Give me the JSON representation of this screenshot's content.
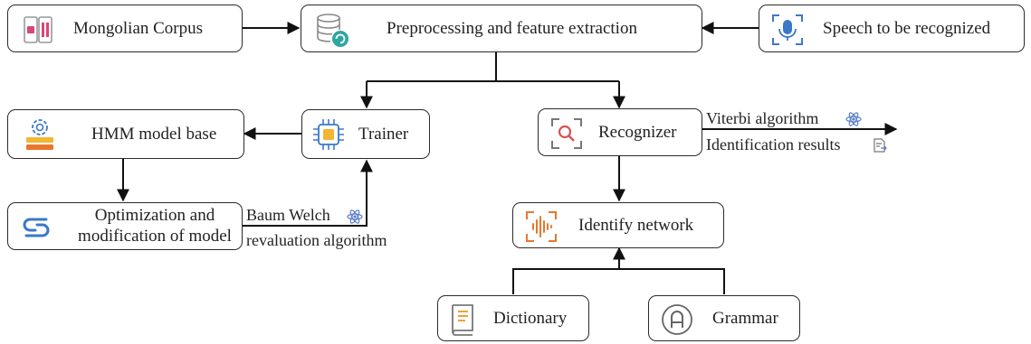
{
  "nodes": {
    "corpus": "Mongolian Corpus",
    "preprocess": "Preprocessing and feature extraction",
    "speech": "Speech to be recognized",
    "hmm": "HMM model base",
    "trainer": "Trainer",
    "recognizer": "Recognizer",
    "optimization_line1": "Optimization and",
    "optimization_line2": "modification of model",
    "network": "Identify network",
    "dictionary": "Dictionary",
    "grammar": "Grammar"
  },
  "edge_labels": {
    "viterbi": "Viterbi algorithm",
    "results": "Identification results",
    "baum_line1": "Baum Welch",
    "baum_line2": "revaluation algorithm"
  },
  "colors": {
    "accent_pink": "#d9447b",
    "accent_teal": "#2fa6a0",
    "accent_blue": "#3b78c8",
    "accent_orange": "#e8772e",
    "accent_yellow": "#f2b632",
    "accent_red": "#d9534f",
    "line": "#111111"
  }
}
